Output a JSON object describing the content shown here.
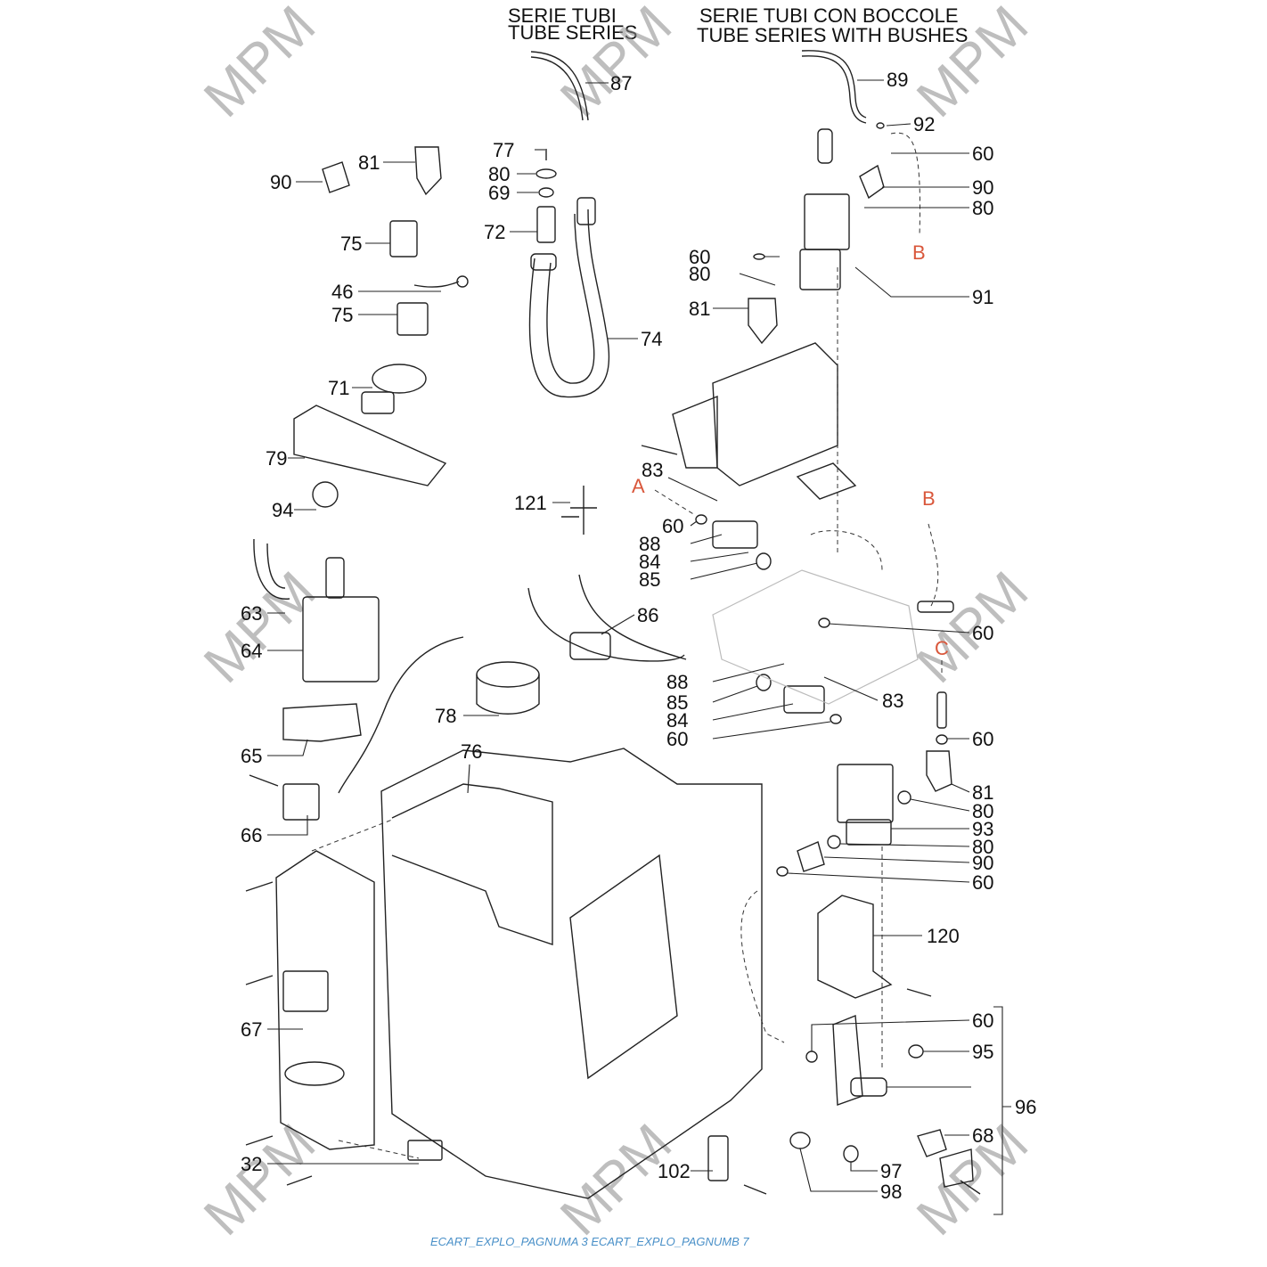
{
  "headers": {
    "tubes_it": "SERIE TUBI",
    "tubes_en": "TUBE SERIES",
    "bushes_it": "SERIE TUBI CON BOCCOLE",
    "bushes_en": "TUBE SERIES WITH BUSHES"
  },
  "watermark": "MPM",
  "connectors": {
    "a": "A",
    "b": "B",
    "c": "C"
  },
  "labels": {
    "p87": "87",
    "p89": "89",
    "p92": "92",
    "p77": "77",
    "p80a": "80",
    "p69": "69",
    "p72": "72",
    "p74": "74",
    "p90a": "90",
    "p81a": "81",
    "p75a": "75",
    "p46": "46",
    "p75b": "75",
    "p71": "71",
    "p79": "79",
    "p60a": "60",
    "p90b": "90",
    "p80b": "80",
    "p91": "91",
    "p60b": "60",
    "p80c": "80",
    "p81b": "81",
    "p83a": "83",
    "p60c": "60",
    "p88a": "88",
    "p84a": "84",
    "p85a": "85",
    "p121": "121",
    "p86": "86",
    "p94": "94",
    "p63": "63",
    "p64": "64",
    "p60d": "60",
    "p88b": "88",
    "p85b": "85",
    "p84b": "84",
    "p60e": "60",
    "p83b": "83",
    "p78": "78",
    "p65": "65",
    "p76": "76",
    "p66": "66",
    "p60f": "60",
    "p81c": "81",
    "p80d": "80",
    "p93": "93",
    "p80e": "80",
    "p90c": "90",
    "p60g": "60",
    "p120": "120",
    "p67": "67",
    "p60h": "60",
    "p95": "95",
    "p96": "96",
    "p68": "68",
    "p97": "97",
    "p98": "98",
    "p32": "32",
    "p102": "102"
  },
  "footer": "ECART_EXPLO_PAGNUMA 3 ECART_EXPLO_PAGNUMB 7"
}
